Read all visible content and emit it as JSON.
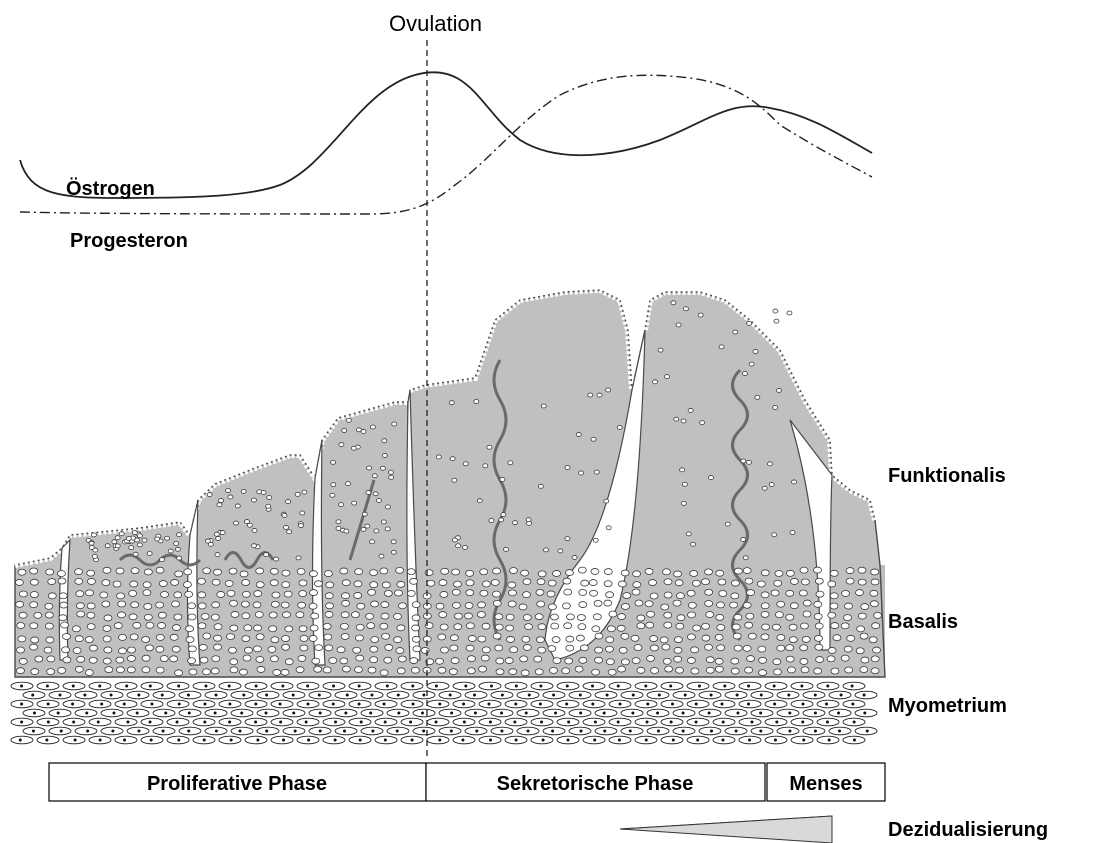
{
  "hormones": {
    "ovulation_label": "Ovulation",
    "estrogen_label": "Östrogen",
    "progesterone_label": "Progesteron"
  },
  "layers": {
    "functionalis": "Funktionalis",
    "basalis": "Basalis",
    "myometrium": "Myometrium"
  },
  "phases": [
    {
      "label": "Proliferative Phase"
    },
    {
      "label": "Sekretorische Phase"
    },
    {
      "label": "Menses"
    }
  ],
  "decidualization": {
    "label": "Dezidualisierung"
  },
  "colors": {
    "tissue_fill": "#bfbfbf",
    "tissue_dark": "#9a9a9a",
    "epithelium": "#ffffff",
    "outline": "#4a4a4a",
    "curve": "#222222"
  }
}
